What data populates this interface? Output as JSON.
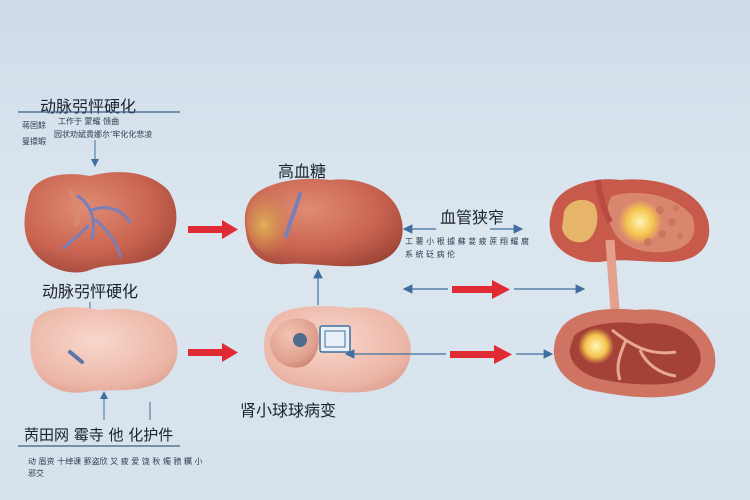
{
  "top_left": {
    "title": "动脉弜怦硬化",
    "side_note_1": "蒋囯餘",
    "side_note_2": "曼擐蝦",
    "desc_1": "工作于 蒙耀 馈曲",
    "desc_2": "园状劝娬貴娜厼'牢化化悲凌"
  },
  "mid_left": {
    "title": "动脉弜怦硬化"
  },
  "bottom_left": {
    "title": "苪田网 霉寺 他 化护件",
    "desc_1": "动 眉资 十绰课 罫盗欣 又 疲 爱 饶 秋 燭 豮 糲 小",
    "desc_2": "邪交"
  },
  "center": {
    "top_label": "高血糖",
    "bottom_label": "肾小球球病变"
  },
  "right": {
    "title": "血管狭窄",
    "desc_1": "工 薯 小 裉 據 蘇 荽 疲 蔗 翔 耀 腐",
    "desc_2": "系 統 砭 病 伦"
  },
  "colors": {
    "arrow_red": "#e02a34",
    "arrow_blue": "#3f6fa0",
    "liver_red": "#c96451",
    "liver_pale": "#ebb5a6",
    "background": "#d6e2ec"
  }
}
